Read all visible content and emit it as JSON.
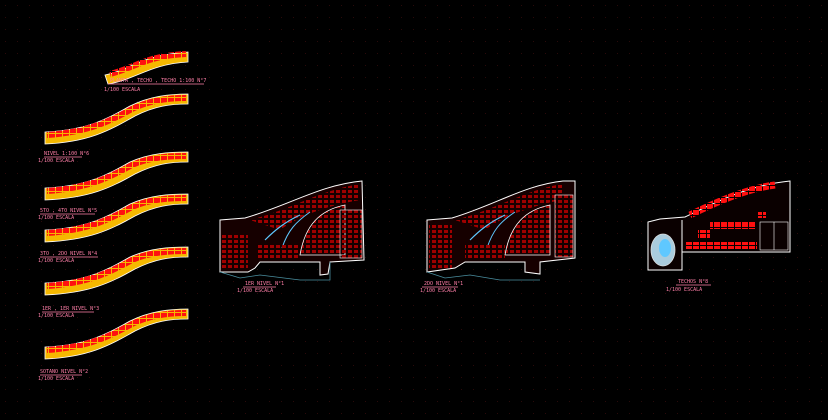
{
  "drawing": {
    "colors": {
      "background": "#000000",
      "wall": "#ffffff",
      "furniture": "#b00000",
      "accent": "#ff7fa8",
      "band": "#f5b800",
      "glass": "#5fc8ff"
    },
    "strips": [
      {
        "title": "PLANTA , TECHO , TECHO 1:100 N°7",
        "scale": "1/100 ESCALA"
      },
      {
        "title": "NIVEL 1:100 N°6",
        "scale": "1/100 ESCALA"
      },
      {
        "title": "5TO , 4TO NIVEL N°5",
        "scale": "1/100 ESCALA"
      },
      {
        "title": "3TO , 2DO NIVEL N°4",
        "scale": "1/100 ESCALA"
      },
      {
        "title": "1ER , 1ER NIVEL N°3",
        "scale": "1/100 ESCALA"
      },
      {
        "title": "SOTANO NIVEL N°2",
        "scale": "1/100 ESCALA"
      }
    ],
    "plans": [
      {
        "title": "1ER NIVEL N°1",
        "scale": "1/100 ESCALA"
      },
      {
        "title": "2DO NIVEL N°1",
        "scale": "1/100 ESCALA"
      },
      {
        "title": "TECHOS N°8",
        "scale": "1/100 ESCALA"
      }
    ]
  }
}
